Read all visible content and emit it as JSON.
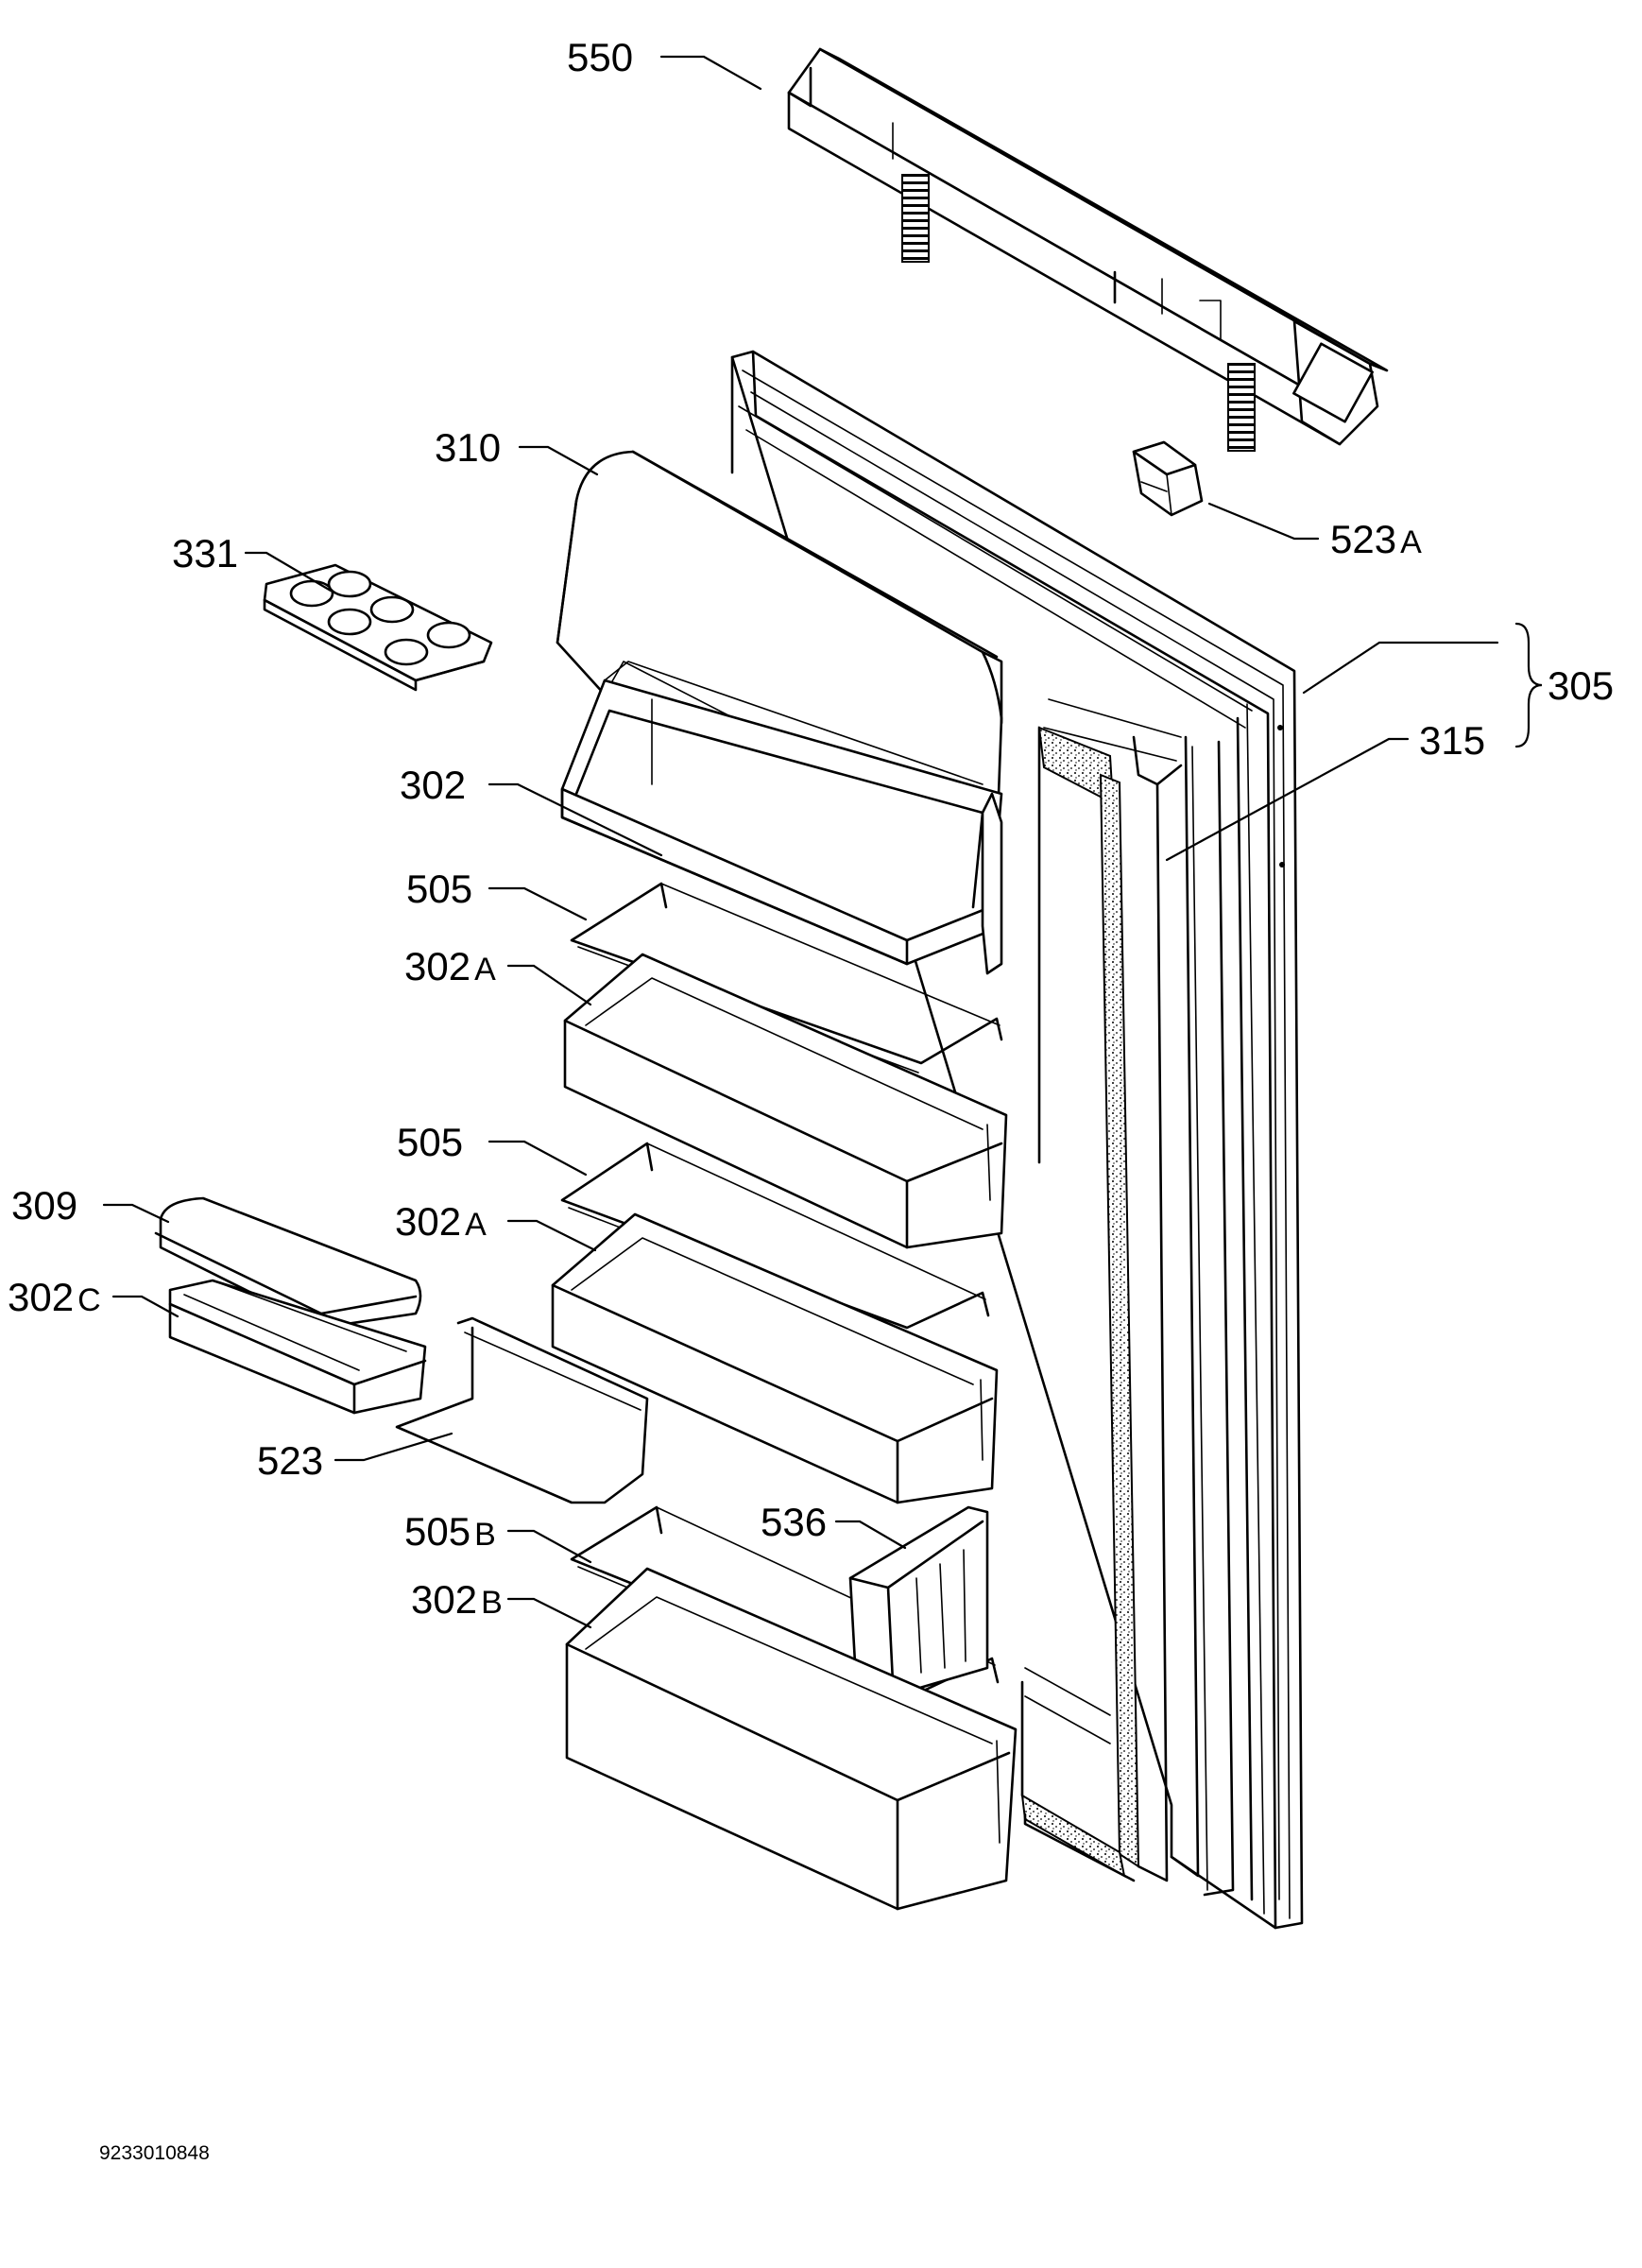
{
  "diagram": {
    "drawing_number": "9233010848",
    "labels": {
      "l550": {
        "num": "550",
        "suffix": ""
      },
      "l310": {
        "num": "310",
        "suffix": ""
      },
      "l331": {
        "num": "331",
        "suffix": ""
      },
      "l523a": {
        "num": "523",
        "suffix": "A"
      },
      "l305": {
        "num": "305",
        "suffix": ""
      },
      "l315": {
        "num": "315",
        "suffix": ""
      },
      "l302": {
        "num": "302",
        "suffix": ""
      },
      "l505a": {
        "num": "505",
        "suffix": ""
      },
      "l302a1": {
        "num": "302",
        "suffix": "A"
      },
      "l505b": {
        "num": "505",
        "suffix": ""
      },
      "l309": {
        "num": "309",
        "suffix": ""
      },
      "l302a2": {
        "num": "302",
        "suffix": "A"
      },
      "l302c": {
        "num": "302",
        "suffix": "C"
      },
      "l523": {
        "num": "523",
        "suffix": ""
      },
      "l505B": {
        "num": "505",
        "suffix": "B"
      },
      "l536": {
        "num": "536",
        "suffix": ""
      },
      "l302b": {
        "num": "302",
        "suffix": "B"
      }
    }
  }
}
